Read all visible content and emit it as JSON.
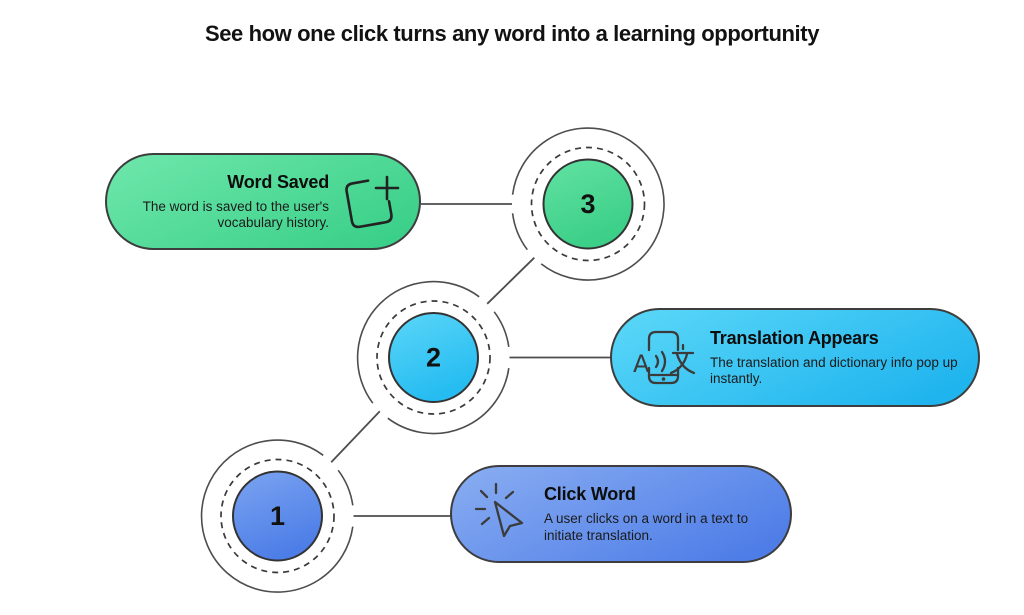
{
  "title": "See how one click turns any word into a learning opportunity",
  "steps": [
    {
      "number": "1",
      "title": "Click Word",
      "description": "A user clicks on a word in a text to initiate translation.",
      "icon": "cursor-click-icon",
      "color_light": "#8aaef2",
      "color_dark": "#4e7de7"
    },
    {
      "number": "2",
      "title": "Translation Appears",
      "description": "The translation and dictionary info pop up instantly.",
      "icon": "translate-icon",
      "color_light": "#5cd8f8",
      "color_dark": "#1fb4ee"
    },
    {
      "number": "3",
      "title": "Word Saved",
      "description": "The word is saved to the user's vocabulary history.",
      "icon": "save-note-plus-icon",
      "color_light": "#6fe7ac",
      "color_dark": "#3bd089"
    }
  ],
  "style": {
    "background": "#ffffff",
    "line_color": "#4d4d4d",
    "text_color": "#0d0d0d"
  }
}
